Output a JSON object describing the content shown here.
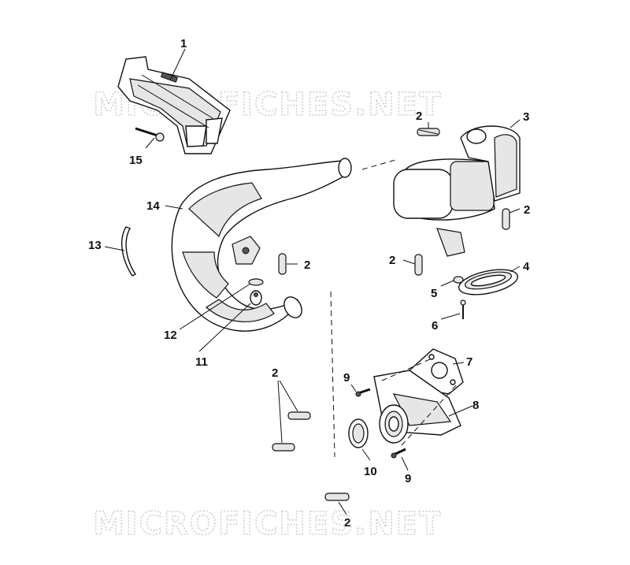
{
  "watermark": {
    "top": "MICROFICHES.NET",
    "bottom": "MICROFICHES.NET"
  },
  "callouts": {
    "c1": "1",
    "c2a": "2",
    "c2b": "2",
    "c2c": "2",
    "c2d": "2",
    "c2e": "2",
    "c2f": "2",
    "c3": "3",
    "c4": "4",
    "c5": "5",
    "c6": "6",
    "c7": "7",
    "c8": "8",
    "c9a": "9",
    "c9b": "9",
    "c10": "10",
    "c11": "11",
    "c12": "12",
    "c13": "13",
    "c14": "14",
    "c15": "15"
  }
}
